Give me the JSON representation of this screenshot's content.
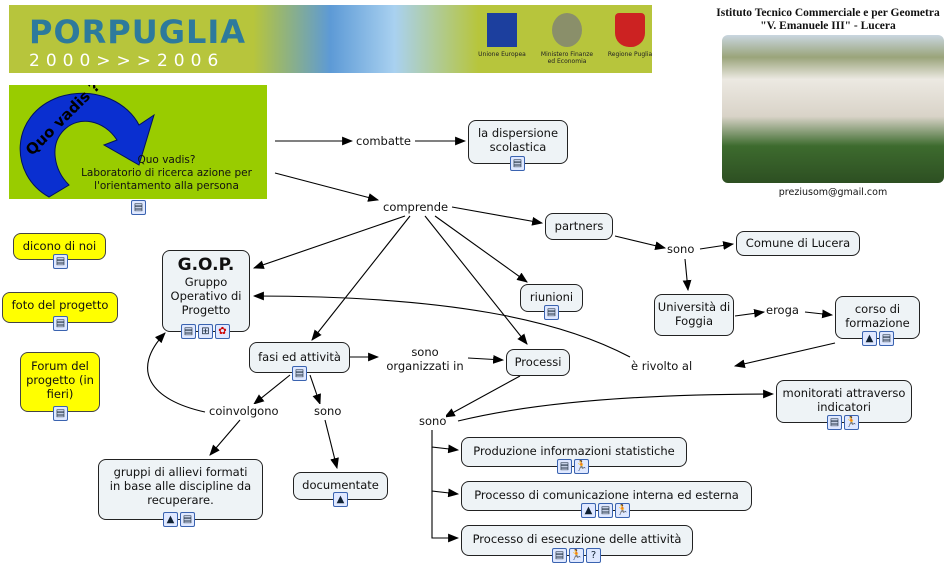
{
  "banner": {
    "brand": "PORPUGLIA",
    "years": "2000>>>2006",
    "logos": [
      "Unione Europea",
      "Ministero Finanze ed Economia",
      "Regione Puglia"
    ]
  },
  "school": {
    "title_line1": "Istituto Tecnico Commerciale e per Geometra",
    "title_line2": "\"V. Emanuele III\" - Lucera",
    "email": "preziusom@gmail.com"
  },
  "colors": {
    "node_bg": "#eef3f6",
    "yellow": "#ffff00",
    "green": "#99cc00",
    "arc": "#0a2fd0"
  },
  "quo_vadis": {
    "arc_text": "Quo vadis ?",
    "line1": "Quo vadis?",
    "line2": "Laboratorio di ricerca azione per",
    "line3": "l'orientamento alla persona"
  },
  "nodes": {
    "dispersione": "la dispersione scolastica",
    "partners": "partners",
    "comune": "Comune di Lucera",
    "universita": "Università di Foggia",
    "corso": "corso di formazione",
    "riunioni": "riunioni",
    "gop_title": "G.O.P.",
    "gop_sub": "Gruppo Operativo di Progetto",
    "dicono": "dicono di noi",
    "foto": "foto del progetto",
    "forum": "Forum del progetto (in fieri)",
    "fasi": "fasi ed attività",
    "processi": "Processi",
    "gruppi": "gruppi di allievi formati in base alle discipline da recuperare.",
    "documentate": "documentate",
    "monitorati": "monitorati attraverso indicatori",
    "produzione": "Produzione informazioni statistiche",
    "comunicazione": "Processo di comunicazione interna ed esterna",
    "esecuzione": "Processo di esecuzione delle attività"
  },
  "links": {
    "combatte": "combatte",
    "comprende": "comprende",
    "sono1": "sono",
    "eroga": "eroga",
    "organizzati": "sono organizzati in",
    "rivolto": "è rivolto al",
    "coinvolgono": "coinvolgono",
    "sono2": "sono",
    "sono3": "sono"
  },
  "icon_glyphs": {
    "doc": "▤",
    "map": "⊞",
    "linkmap": "✿",
    "image": "▲",
    "run": "🏃",
    "help": "?"
  }
}
